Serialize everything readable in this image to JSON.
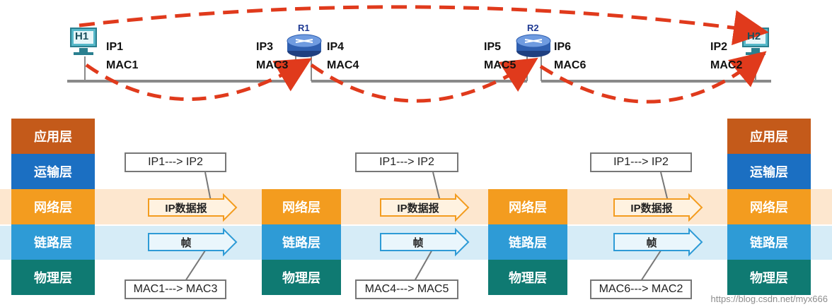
{
  "hosts": [
    {
      "id": "h1",
      "label": "H1",
      "ip": "IP1",
      "mac": "MAC1"
    },
    {
      "id": "h2",
      "label": "H2",
      "ip": "IP2",
      "mac": "MAC2"
    }
  ],
  "routers": [
    {
      "id": "r1",
      "label": "R1",
      "left_ip": "IP3",
      "left_mac": "MAC3",
      "right_ip": "IP4",
      "right_mac": "MAC4"
    },
    {
      "id": "r2",
      "label": "R2",
      "left_ip": "IP5",
      "left_mac": "MAC5",
      "right_ip": "IP6",
      "right_mac": "MAC6"
    }
  ],
  "layers": {
    "app": "应用层",
    "transport": "运输层",
    "network": "网络层",
    "link": "链路层",
    "physical": "物理层"
  },
  "segments": [
    {
      "ip_note": "IP1---> IP2",
      "packet": "IP数据报",
      "frame": "帧",
      "mac_note": "MAC1---> MAC3"
    },
    {
      "ip_note": "IP1---> IP2",
      "packet": "IP数据报",
      "frame": "帧",
      "mac_note": "MAC4---> MAC5"
    },
    {
      "ip_note": "IP1---> IP2",
      "packet": "IP数据报",
      "frame": "帧",
      "mac_note": "MAC6---> MAC2"
    }
  ],
  "watermark": "https://blog.csdn.net/myx666",
  "colors": {
    "app": "#c45a1a",
    "transport": "#1b6fc2",
    "network": "#f39c1f",
    "link": "#2e9bd6",
    "physical": "#0f7a72",
    "dashed_path": "#e03a1c",
    "network_band": "#fde7cf",
    "link_band": "#d6ecf7",
    "router": "#2f5fb0"
  }
}
